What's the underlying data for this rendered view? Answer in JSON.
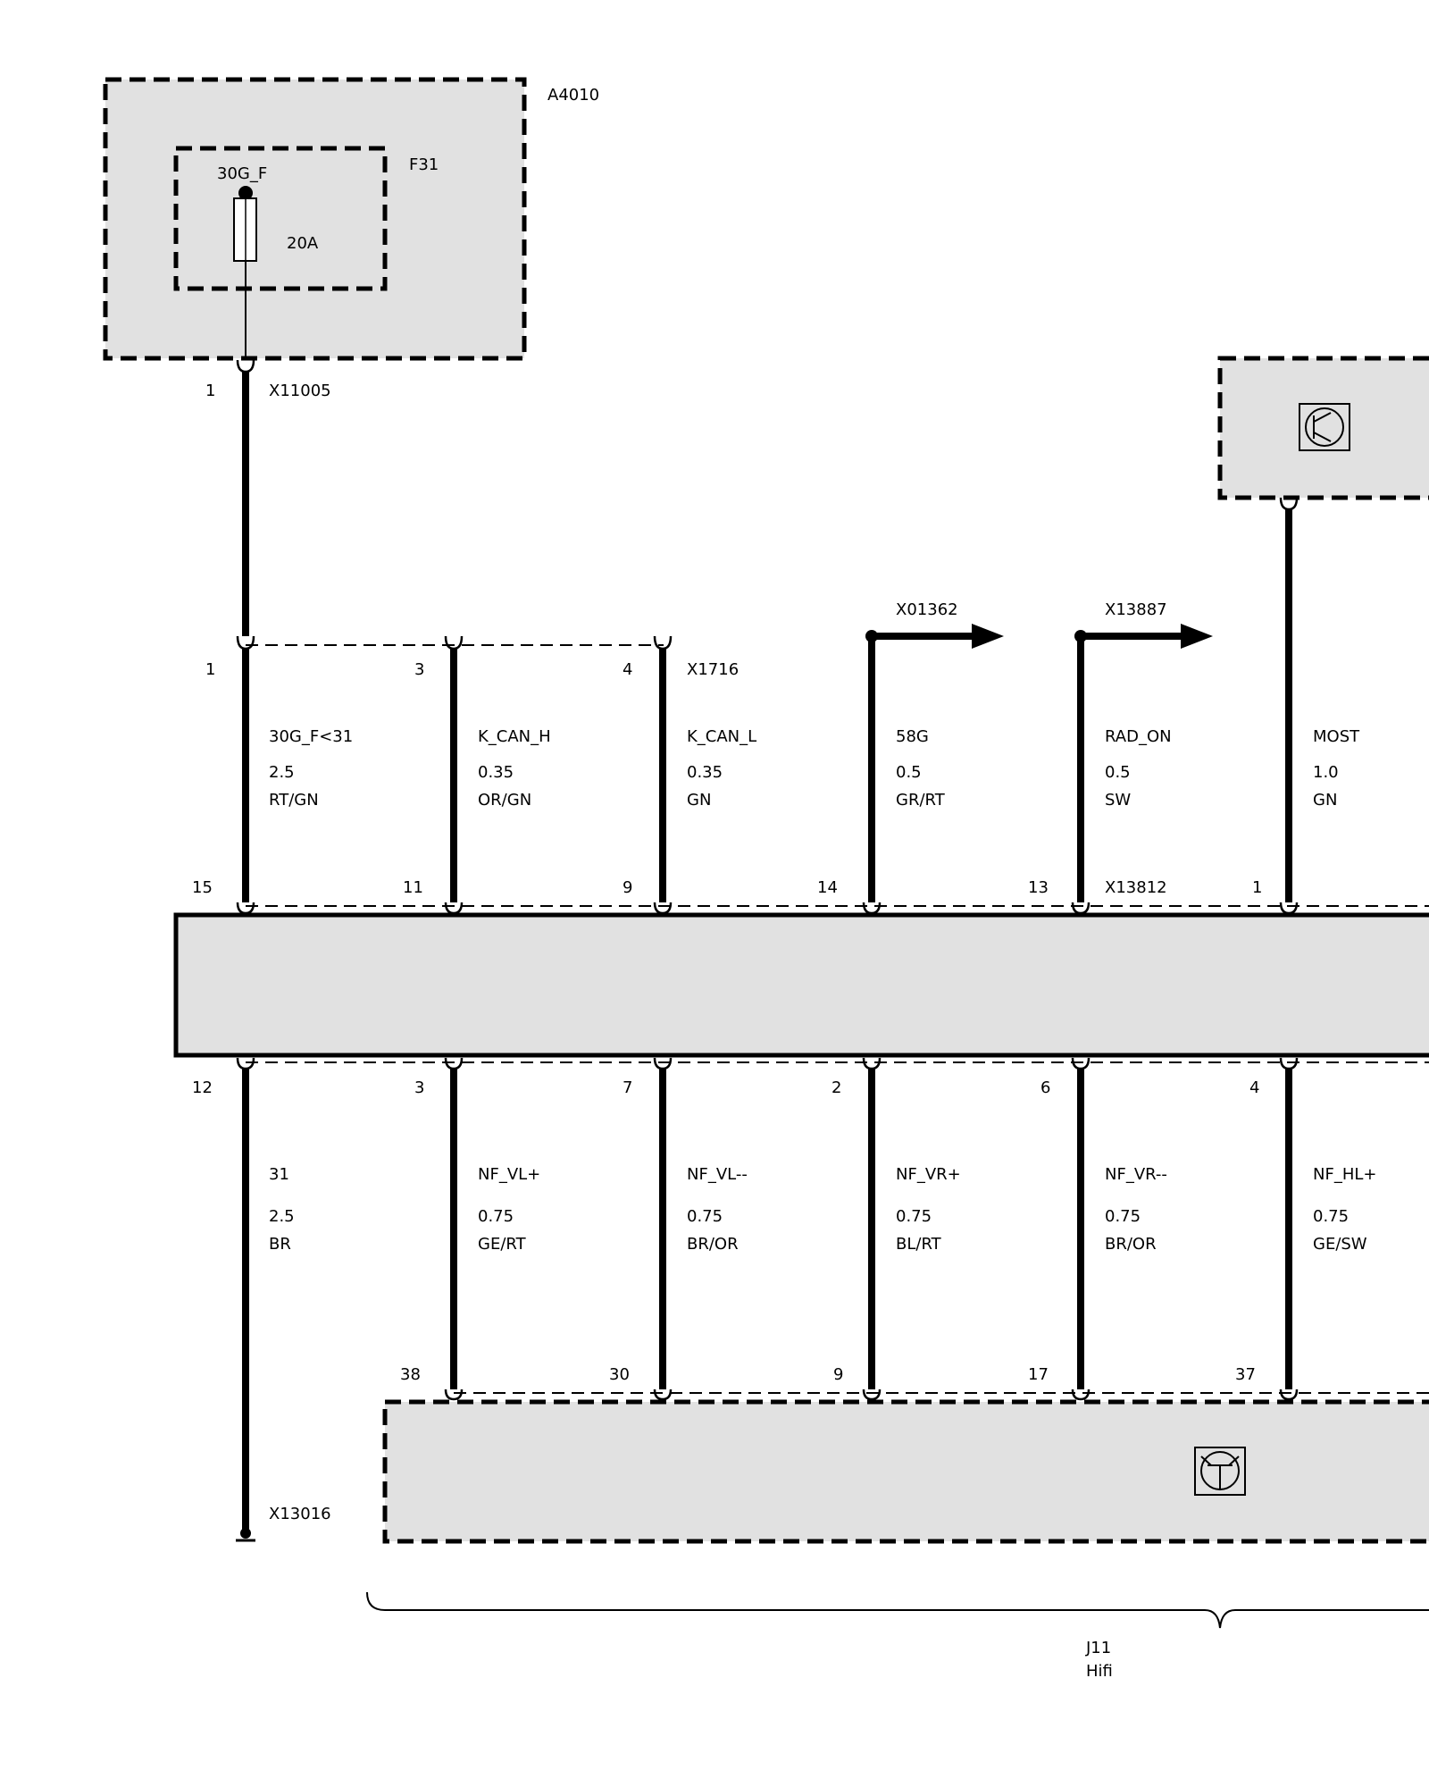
{
  "module_a4010": {
    "label": "A4010",
    "fuse": {
      "name": "F31",
      "terminal": "30G_F",
      "rating": "20A"
    }
  },
  "x11005": {
    "label": "X11005",
    "pin": "1"
  },
  "x1716": {
    "label": "X1716",
    "pins": [
      "1",
      "3",
      "4"
    ]
  },
  "x01362": {
    "label": "X01362"
  },
  "x13887": {
    "label": "X13887"
  },
  "x13812": {
    "label": "X13812"
  },
  "upper_wires": [
    {
      "signal": "30G_F<31",
      "gauge": "2.5",
      "color": "RT/GN",
      "pin_top": "1",
      "pin_bottom": "15"
    },
    {
      "signal": "K_CAN_H",
      "gauge": "0.35",
      "color": "OR/GN",
      "pin_top": "3",
      "pin_bottom": "11"
    },
    {
      "signal": "K_CAN_L",
      "gauge": "0.35",
      "color": "GN",
      "pin_top": "4",
      "pin_bottom": "9"
    },
    {
      "signal": "58G",
      "gauge": "0.5",
      "color": "GR/RT",
      "pin_top": "",
      "pin_bottom": "14"
    },
    {
      "signal": "RAD_ON",
      "gauge": "0.5",
      "color": "SW",
      "pin_top": "",
      "pin_bottom": "13"
    },
    {
      "signal": "MOST",
      "gauge": "1.0",
      "color": "GN",
      "pin_top": "",
      "pin_bottom": "1"
    }
  ],
  "lower_wires": [
    {
      "signal": "31",
      "gauge": "2.5",
      "color": "BR",
      "pin_top": "12",
      "pin_bottom": ""
    },
    {
      "signal": "NF_VL+",
      "gauge": "0.75",
      "color": "GE/RT",
      "pin_top": "3",
      "pin_bottom": "38"
    },
    {
      "signal": "NF_VL--",
      "gauge": "0.75",
      "color": "BR/OR",
      "pin_top": "7",
      "pin_bottom": "30"
    },
    {
      "signal": "NF_VR+",
      "gauge": "0.75",
      "color": "BL/RT",
      "pin_top": "2",
      "pin_bottom": "9"
    },
    {
      "signal": "NF_VR--",
      "gauge": "0.75",
      "color": "BR/OR",
      "pin_top": "6",
      "pin_bottom": "17"
    },
    {
      "signal": "NF_HL+",
      "gauge": "0.75",
      "color": "GE/SW",
      "pin_top": "4",
      "pin_bottom": "37"
    }
  ],
  "ground": {
    "label": "X13016"
  },
  "component_j11": {
    "id": "J11",
    "name": "Hifi"
  },
  "colors": {
    "module_fill": "#e1e1e1",
    "line": "#000000"
  }
}
